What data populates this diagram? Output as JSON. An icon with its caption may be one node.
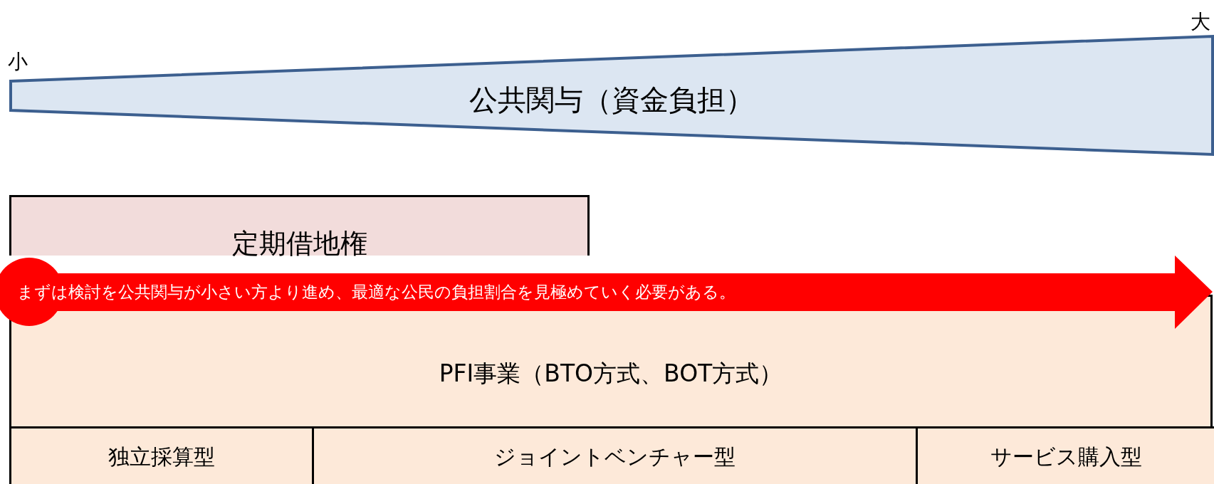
{
  "diagram": {
    "nodes": [
      {
        "text": [
          "公共関与（資金負担）"
        ],
        "beside": [
          "小",
          "大"
        ]
      },
      {
        "text": [
          "定期借地権"
        ]
      },
      {
        "text": [
          "まずは検討を公共関与が小さい方より進め、最適な公民の負担割合を見極めていく必要がある。"
        ]
      },
      {
        "text": [
          "PFI事業（BTO方式、BOT方式）"
        ]
      },
      {
        "text": [
          "独立採算型"
        ],
        "in": 3
      },
      {
        "text": [
          "ジョイントベンチャー型"
        ],
        "in": 3
      },
      {
        "text": [
          "サービス購入型"
        ],
        "in": 3
      }
    ]
  }
}
